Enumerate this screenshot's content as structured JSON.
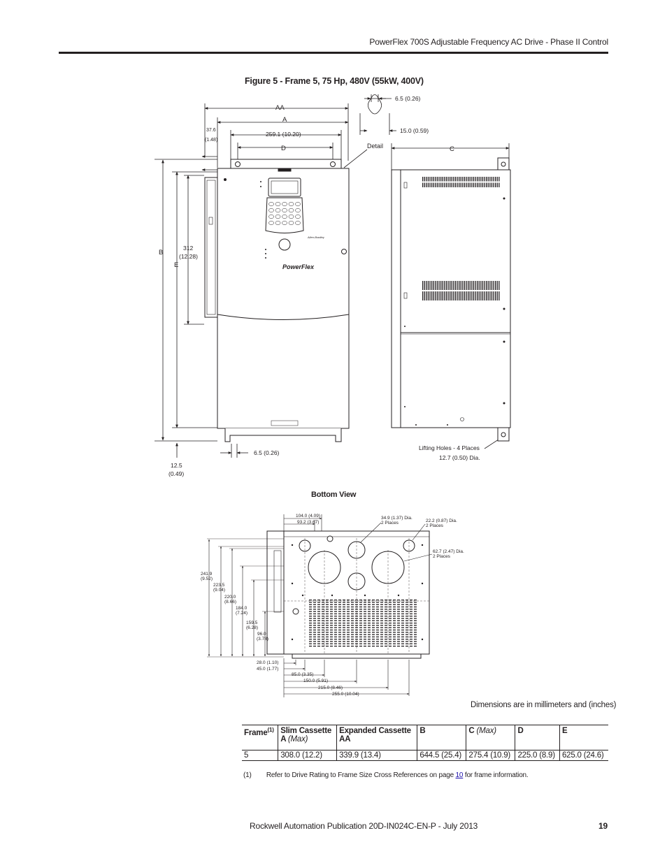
{
  "header": {
    "title": "PowerFlex 700S Adjustable Frequency AC Drive - Phase II Control"
  },
  "figure": {
    "title": "Figure 5 - Frame 5, 75 Hp, 480V (55kW, 400V)",
    "front_view": {
      "AA": "AA",
      "A": "A",
      "d_259": "259.1 (10.20)",
      "D": "D",
      "d_37_6": "37.6",
      "d_37_6_in": "(1.48)",
      "B": "B",
      "E": "E",
      "d_312": "312",
      "d_312_in": "(12.28)",
      "d_12_5": "12.5",
      "d_12_5_in": "(0.49)",
      "d_6_5": "6.5 (0.26)",
      "brand": "PowerFlex"
    },
    "detail": {
      "d_6_5": "6.5 (0.26)",
      "d_15": "15.0 (0.59)",
      "label": "Detail"
    },
    "side_view": {
      "C": "C",
      "lifting_line1": "Lifting Holes - 4 Places",
      "lifting_line2": "12.7 (0.50) Dia."
    },
    "bottom_view": {
      "title": "Bottom View",
      "d_104": "104.0 (4.09)",
      "d_93": "93.2 (3.67)",
      "d_34_9": "34.9 (1.37) Dia.",
      "d_34_9_places": "2 Places",
      "d_22_2": "22.2 (0.87) Dia.",
      "d_22_2_places": "2 Places",
      "d_62_7": "62.7 (2.47) Dia.",
      "d_62_7_places": "2 Places",
      "v_241": "241.9",
      "v_241_in": "(9.52)",
      "v_223": "223.5",
      "v_223_in": "(9.04)",
      "v_220": "220.0",
      "v_220_in": "(8.66)",
      "v_184": "184.0",
      "v_184_in": "(7.24)",
      "v_159": "159.5",
      "v_159_in": "(6.28)",
      "v_96": "96.0",
      "v_96_in": "(3.78)",
      "h_28": "28.0 (1.10)",
      "h_45": "45.0 (1.77)",
      "h_85": "85.0 (3.35)",
      "h_150": "150.0 (5.91)",
      "h_215": "215.0 (8.46)",
      "h_255": "255.0 (10.04)"
    },
    "units_note": "Dimensions are in millimeters and (inches)"
  },
  "table": {
    "headers": [
      {
        "main": "Frame",
        "sup": "(1)",
        "sub": "",
        "italic": ""
      },
      {
        "main": "Slim Cassette",
        "sup": "",
        "sub": "A",
        "italic": "(Max)"
      },
      {
        "main": "Expanded Cassette",
        "sup": "",
        "sub": "AA",
        "italic": ""
      },
      {
        "main": "B",
        "sup": "",
        "sub": "",
        "italic": ""
      },
      {
        "main": "C",
        "sup": "",
        "sub": "",
        "italic": "(Max)"
      },
      {
        "main": "D",
        "sup": "",
        "sub": "",
        "italic": ""
      },
      {
        "main": "E",
        "sup": "",
        "sub": "",
        "italic": ""
      }
    ],
    "rows": [
      [
        "5",
        "308.0 (12.2)",
        "339.9 (13.4)",
        "644.5 (25.4)",
        "275.4 (10.9)",
        "225.0 (8.9)",
        "625.0 (24.6)"
      ]
    ]
  },
  "footnote": {
    "marker": "(1)",
    "text_before": "Refer to Drive Rating to Frame Size Cross References on page",
    "link": "10",
    "text_after": "for frame information."
  },
  "footer": {
    "publication": "Rockwell Automation Publication 20D-IN024C-EN-P - July 2013",
    "page": "19"
  }
}
